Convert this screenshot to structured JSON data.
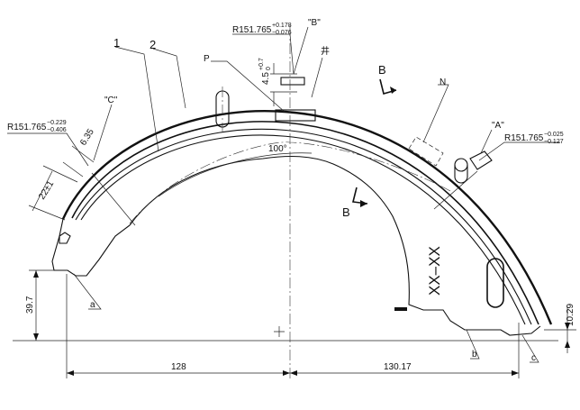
{
  "labels": {
    "item1": "1",
    "item2": "2",
    "p": "P",
    "n": "N",
    "a_ref": "\"A\"",
    "b_ref": "\"B\"",
    "c_ref": "\"C\"",
    "section_b_top": "B",
    "section_b_mid": "B",
    "section_view": "XX–XX",
    "angle": "100°",
    "a_lower": "a",
    "b_lower": "b",
    "c_lower": "c",
    "hash_mark": "井"
  },
  "dimensions": {
    "r_top_main": "R151.765",
    "r_top_tol_upper": "+0.178",
    "r_top_tol_lower": "−0.076",
    "r_left_main": "R151.765",
    "r_left_tol_upper": "−0.229",
    "r_left_tol_lower": "−0.406",
    "r_right_main": "R151.765",
    "r_right_tol_upper": "−0.025",
    "r_right_tol_lower": "−0.127",
    "thk_main": "4.5",
    "thk_tol_upper": "+0.7",
    "thk_tol_lower": "0",
    "d_635": "6.35",
    "d_22": "22±1",
    "d_397": "39.7",
    "d_1029": "10.29",
    "d_128": "128",
    "d_13017": "130.17"
  }
}
